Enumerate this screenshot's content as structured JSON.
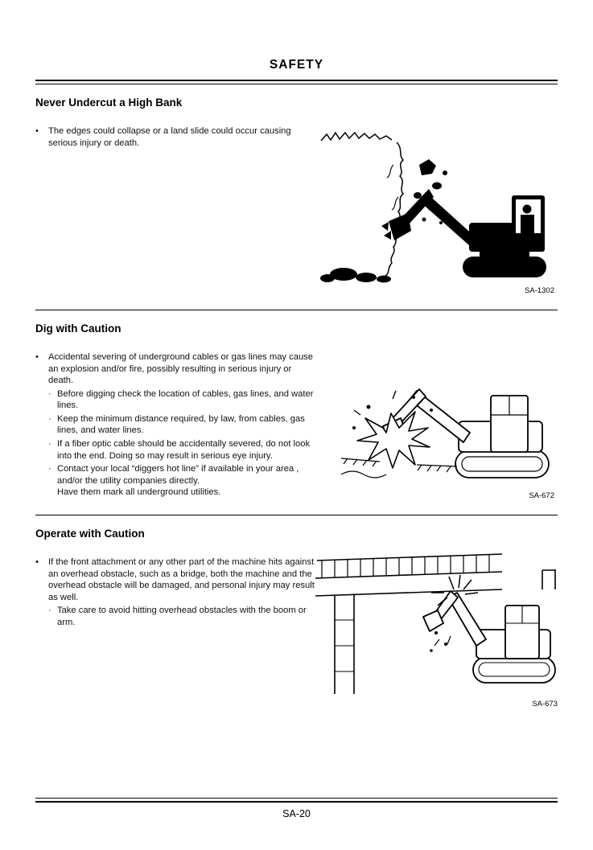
{
  "header": {
    "title": "SAFETY"
  },
  "footer": {
    "page_number": "SA-20"
  },
  "glyphs": {
    "bullet": "•",
    "sub_bullet": "·"
  },
  "sections": [
    {
      "title": "Never Undercut a High Bank",
      "figure_label": "SA-1302",
      "bullets": [
        {
          "text": "The edges could collapse or a land slide could occur causing serious injury or death.",
          "subs": []
        }
      ]
    },
    {
      "title": "Dig with Caution",
      "figure_label": "SA-672",
      "bullets": [
        {
          "text": "Accidental severing of underground cables or gas lines may cause an explosion and/or fire, possibly resulting in serious injury or death.",
          "subs": [
            "Before digging check the location of cables, gas lines, and water lines.",
            "Keep the minimum distance required, by law, from cables, gas lines, and water lines.",
            "If a fiber optic cable should be accidentally severed, do not look into the end. Doing so may result in serious eye injury.",
            "Contact your local “diggers hot line” if available in your area , and/or the utility companies directly.\nHave them mark all underground utilities."
          ]
        }
      ]
    },
    {
      "title": "Operate with Caution",
      "figure_label": "SA-673",
      "bullets": [
        {
          "text": "If the front attachment or any other part of the machine hits against an overhead obstacle, such as a bridge, both the machine and the overhead obstacle will be damaged, and personal injury may result as well.",
          "subs": [
            "Take care to avoid hitting overhead obstacles with the boom or arm."
          ]
        }
      ]
    }
  ]
}
